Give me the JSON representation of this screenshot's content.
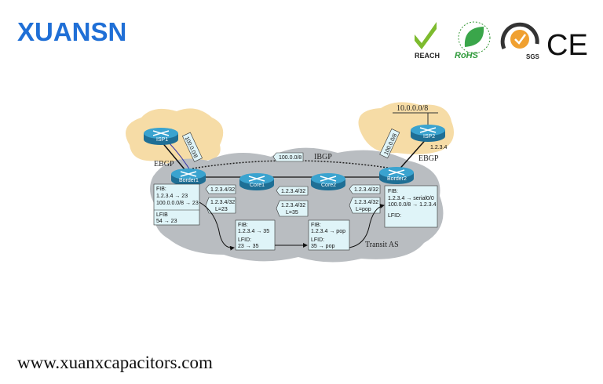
{
  "brand": {
    "logo": "XUANSN",
    "url": "www.xuanxcapacitors.com"
  },
  "badges": {
    "reach": "REACH",
    "rohs": "RoHS",
    "sgs": "SGS",
    "ce": "CE"
  },
  "diagram": {
    "routers": {
      "isp1": "ISP1",
      "border1": "Border1",
      "core1": "Core1",
      "core2": "Core2",
      "border2": "Border2",
      "isp2": "ISP2"
    },
    "labels": {
      "ebgp_left": "EBGP",
      "ibgp": "IBGP",
      "ebgp_right": "EBGP",
      "isp2_addr": "1.2.3.4",
      "net_isp2": "10.0.0.0/8",
      "transit": "Transit AS"
    },
    "route_tags": {
      "ibgp": "100.0.0/8",
      "isp1": "100.0.0/8",
      "isp2": "100.0.0/8"
    },
    "label_tags": [
      {
        "l1": "1.2.3.4/32"
      },
      {
        "l1": "1.2.3.4/32",
        "l2": "L=23"
      },
      {
        "l1": "1.2.3.4/32"
      },
      {
        "l1": "1.2.3.4/32",
        "l2": "L=35"
      },
      {
        "l1": "1.2.3.4/32"
      },
      {
        "l1": "1.2.3.4/32",
        "l2": "L=pop"
      }
    ],
    "tables": {
      "border1": {
        "fib": "FIB:",
        "r1": "1.2.3.4 → 23",
        "r2": "100.0.0.0/8 → 23",
        "lfib": "LFIB",
        "l1": "54 → 23"
      },
      "core1": {
        "fib": "FIB:",
        "r1": "1.2.3.4 → 35",
        "lfib": "LFID:",
        "l1": "23 → 35"
      },
      "core2": {
        "fib": "FIB:",
        "r1": "1.2.3.4 → pop",
        "lfib": "LFID:",
        "l1": "35 → pop"
      },
      "border2": {
        "fib": "FIB:",
        "r1": "1.2.3.4 → serial0/0",
        "r2": "100.0.0/8 → 1.2.3.4",
        "lfib": "LFID:"
      }
    }
  },
  "colors": {
    "logo": "#1f6fd6",
    "cloud_orange": "#f6dca6",
    "cloud_gray": "#b9bdc1",
    "router": "#2f8fb8",
    "box": "#dff4f8"
  }
}
